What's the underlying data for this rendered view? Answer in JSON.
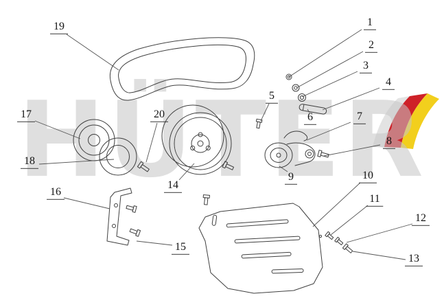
{
  "page": {
    "background": "#ffffff"
  },
  "watermark": {
    "text": "HÜTER",
    "color": "#c6c6c6"
  },
  "logo": {
    "colors": {
      "gray": "#e3e3e3",
      "red": "#ce2128",
      "yellow": "#f2cf1d"
    }
  },
  "diagram": {
    "stroke": "#3f3f3f",
    "leader_stroke": "#555555",
    "callouts": [
      {
        "num": "1",
        "label": [
          539,
          34
        ],
        "line": [
          527,
          43,
          421,
          112
        ]
      },
      {
        "num": "2",
        "label": [
          541,
          67
        ],
        "line": [
          529,
          75,
          432,
          128
        ]
      },
      {
        "num": "3",
        "label": [
          533,
          97
        ],
        "line": [
          521,
          104,
          440,
          141
        ]
      },
      {
        "num": "4",
        "label": [
          566,
          121
        ],
        "line": [
          553,
          128,
          470,
          160
        ]
      },
      {
        "num": "5",
        "label": [
          396,
          141
        ],
        "line": [
          392,
          151,
          380,
          176
        ]
      },
      {
        "num": "6",
        "label": [
          452,
          172
        ],
        "line": [
          451,
          164,
          448,
          159
        ]
      },
      {
        "num": "7",
        "label": [
          524,
          171
        ],
        "line": [
          511,
          178,
          447,
          204
        ]
      },
      {
        "num": "8",
        "label": [
          567,
          207
        ],
        "line": [
          554,
          211,
          472,
          227
        ]
      },
      {
        "num": "9",
        "label": [
          424,
          259
        ],
        "line": [
          419,
          250,
          407,
          242
        ]
      },
      {
        "num": "10",
        "label": [
          536,
          257
        ],
        "line": [
          525,
          266,
          456,
          330
        ]
      },
      {
        "num": "11",
        "label": [
          546,
          291
        ],
        "line": [
          536,
          299,
          482,
          342
        ]
      },
      {
        "num": "12",
        "label": [
          613,
          319
        ],
        "line": [
          601,
          326,
          505,
          353
        ]
      },
      {
        "num": "13",
        "label": [
          603,
          378
        ],
        "line": [
          591,
          378,
          514,
          366
        ]
      },
      {
        "num": "14",
        "label": [
          252,
          271
        ],
        "line": [
          261,
          262,
          283,
          238
        ]
      },
      {
        "num": "15",
        "label": [
          263,
          361
        ],
        "line": [
          251,
          357,
          199,
          351
        ]
      },
      {
        "num": "16",
        "label": [
          81,
          281
        ],
        "line": [
          93,
          288,
          160,
          304
        ]
      },
      {
        "num": "17",
        "label": [
          38,
          168
        ],
        "line": [
          51,
          176,
          117,
          202
        ]
      },
      {
        "num": "18",
        "label": [
          43,
          236
        ],
        "line": [
          57,
          239,
          166,
          232
        ]
      },
      {
        "num": "19",
        "label": [
          86,
          40
        ],
        "line": [
          97,
          50,
          173,
          102
        ]
      },
      {
        "num": "20",
        "label": [
          232,
          168
        ],
        "line": [
          229,
          179,
          213,
          236
        ]
      }
    ]
  }
}
